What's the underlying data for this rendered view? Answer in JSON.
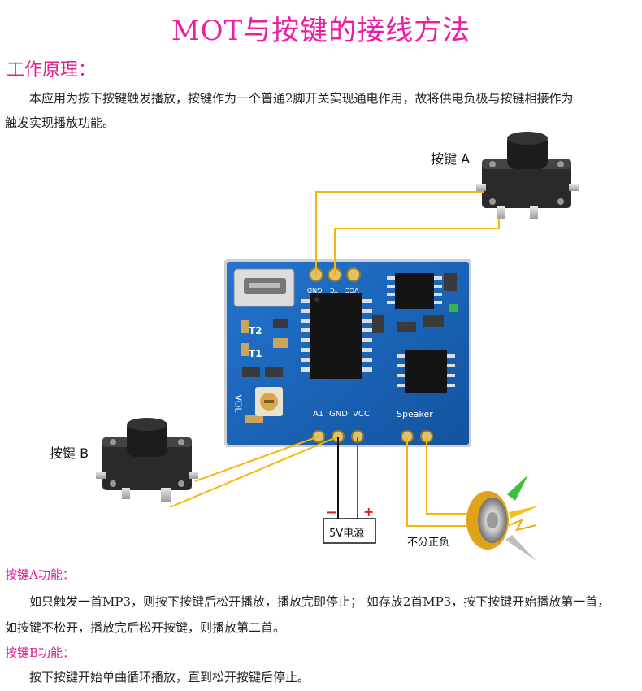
{
  "title": "MOT与按键的接线方法",
  "principle": {
    "heading": "工作原理：",
    "body_line1": "本应用为按下按键触发播放，按键作为一个普通2脚开关实现通电作用，故将供电负极与按键相接作为",
    "body_line2": "触发实现播放功能。"
  },
  "diagram": {
    "button_a_label": "按键 A",
    "button_b_label": "按键 B",
    "pin_labels_top": [
      "GND",
      "TC",
      "VCC"
    ],
    "pin_labels_bottom": [
      "A1",
      "GND",
      "VCC"
    ],
    "speaker_pin_label": "Speaker",
    "t_labels": [
      "T2",
      "T1"
    ],
    "vol_label": "VOL",
    "power_label": "5V电源",
    "minus_sign": "−",
    "plus_sign": "+",
    "polarity_note": "不分正负",
    "colors": {
      "pcb": "#1a63b9",
      "wire_yellow": "#f5b50a",
      "wire_black": "#111111",
      "wire_red": "#e02020",
      "heading_pink": "#e01f8f"
    }
  },
  "button_a_function": {
    "heading": "按键A功能：",
    "line1": "如只触发一首MP3，则按下按键后松开播放，播放完即停止；  如存放2首MP3，按下按键开始播放第一首，",
    "line2": "如按键不松开，播放完后松开按键，则播放第二首。"
  },
  "button_b_function": {
    "heading": "按键B功能：",
    "line1": "按下按键开始单曲循环播放，直到松开按键后停止。"
  }
}
